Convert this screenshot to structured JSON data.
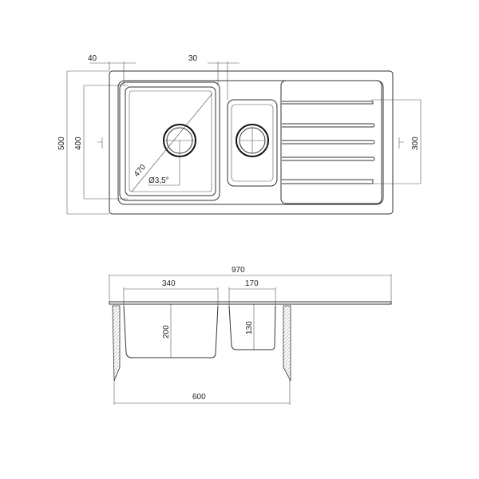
{
  "top_view": {
    "dims": {
      "d40": "40",
      "d30": "30",
      "d500": "500",
      "d400": "400",
      "d300": "300",
      "d470": "470",
      "angle": "Ø3,5°"
    }
  },
  "side_view": {
    "dims": {
      "d970": "970",
      "d340": "340",
      "d170": "170",
      "d200": "200",
      "d130": "130",
      "d600": "600"
    }
  },
  "colors": {
    "line": "#333333",
    "background": "#ffffff"
  }
}
